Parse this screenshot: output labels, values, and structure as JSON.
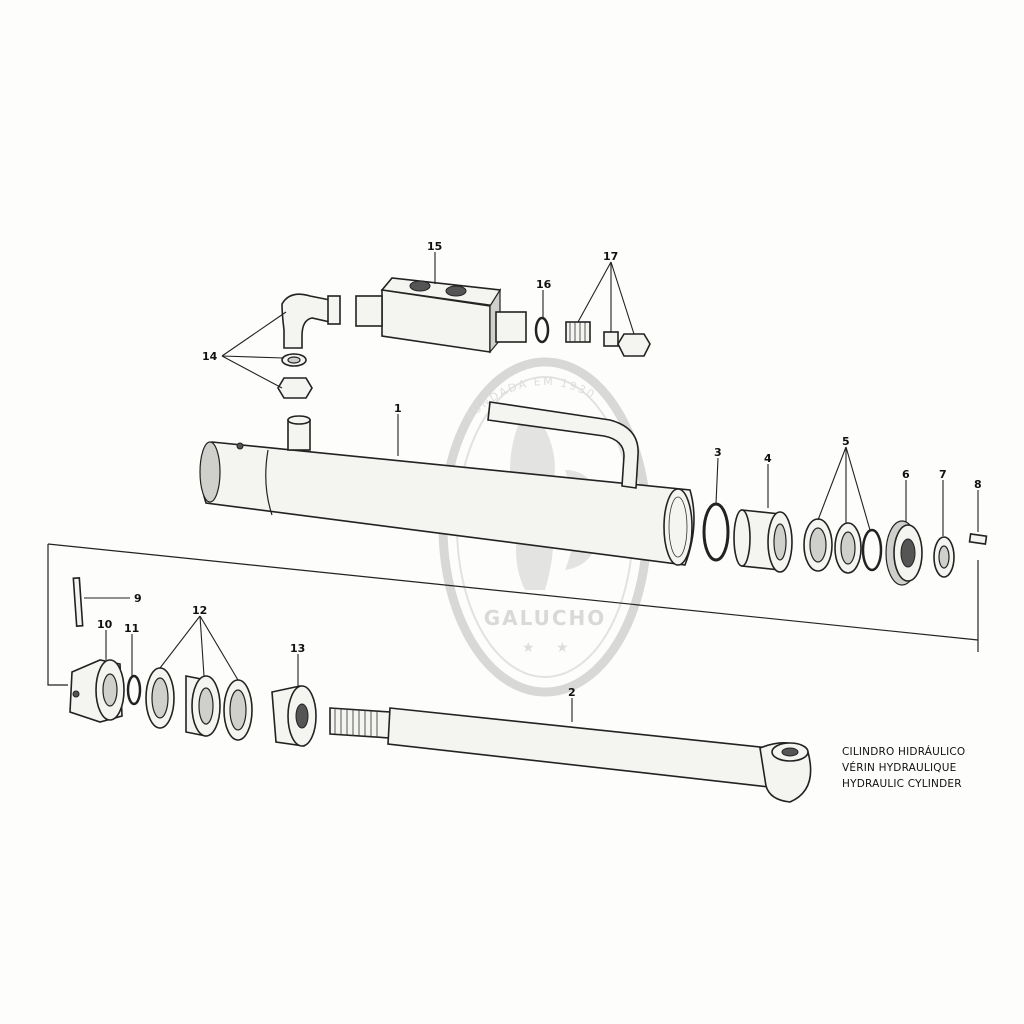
{
  "callouts": [
    {
      "number": "1"
    },
    {
      "number": "2"
    },
    {
      "number": "3"
    },
    {
      "number": "4"
    },
    {
      "number": "5"
    },
    {
      "number": "6"
    },
    {
      "number": "7"
    },
    {
      "number": "8"
    },
    {
      "number": "9"
    },
    {
      "number": "10"
    },
    {
      "number": "11"
    },
    {
      "number": "12"
    },
    {
      "number": "13"
    },
    {
      "number": "14"
    },
    {
      "number": "15"
    },
    {
      "number": "16"
    },
    {
      "number": "17"
    }
  ],
  "title_lines": [
    "CILINDRO HIDRÁULICO",
    "VÉRIN HYDRAULIQUE",
    "HYDRAULIC CYLINDER"
  ],
  "watermark": {
    "text": "GALUCHO",
    "arc_text": "FUNDADA EM 1930",
    "color": "#c8c8c8"
  }
}
